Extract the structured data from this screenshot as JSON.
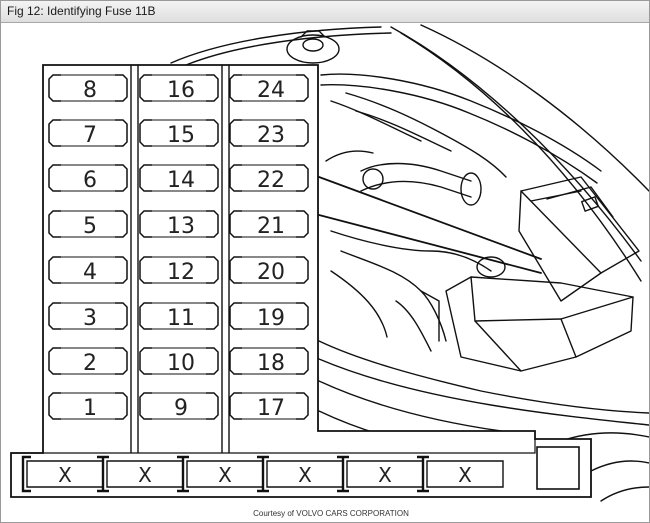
{
  "window": {
    "title": "Fig 12: Identifying Fuse 11B"
  },
  "fusebox": {
    "columns": [
      [
        "8",
        "7",
        "6",
        "5",
        "4",
        "3",
        "2",
        "1"
      ],
      [
        "16",
        "15",
        "14",
        "13",
        "12",
        "11",
        "10",
        "9"
      ],
      [
        "24",
        "23",
        "22",
        "21",
        "20",
        "19",
        "18",
        "17"
      ]
    ],
    "relay_marker": "X"
  },
  "credit": "Courtesy of VOLVO CARS CORPORATION",
  "colors": {
    "ink": "#111111",
    "paper": "#ffffff",
    "titlebar": "#e2e2e2"
  }
}
